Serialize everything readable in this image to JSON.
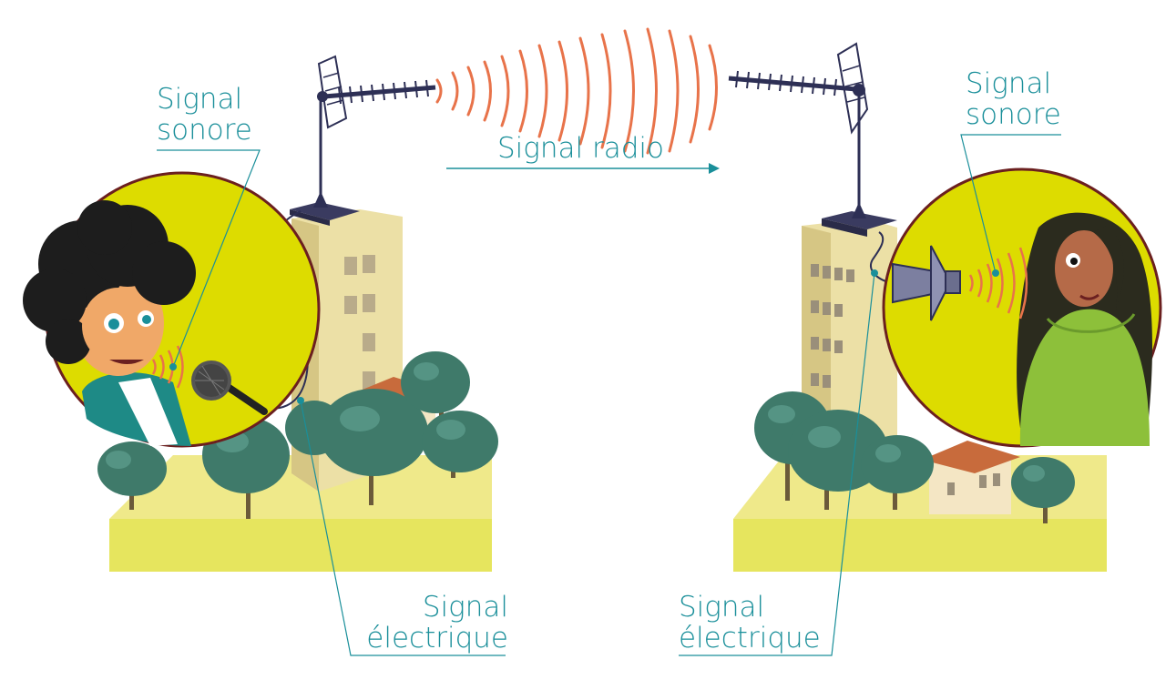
{
  "labels": {
    "left_sound": [
      "Signal",
      "sonore"
    ],
    "right_sound": [
      "Signal",
      "sonore"
    ],
    "radio": "Signal radio",
    "left_electric": [
      "Signal",
      "électrique"
    ],
    "right_electric": [
      "Signal",
      "électrique"
    ]
  },
  "colors": {
    "label": "#1a8f9a",
    "wave": "#e8734a",
    "ground_top": "#efe98a",
    "ground_side": "#e6e55e",
    "circle_fill": "#dddc00",
    "circle_border": "#6b1f1f",
    "building_light": "#ece0a6",
    "building_dark": "#d6c684",
    "antenna": "#2d2f55"
  }
}
